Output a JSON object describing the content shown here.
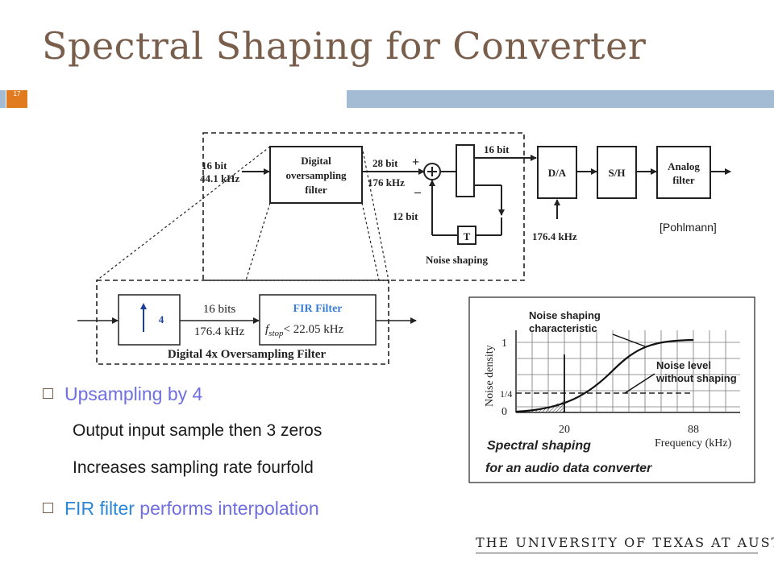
{
  "slide": {
    "title": "Spectral Shaping for Converter",
    "number": "17"
  },
  "system_diagram": {
    "input_bits": "16 bit",
    "input_rate": "44.1 kHz",
    "oversampling_block": [
      "Digital",
      "oversampling",
      "filter"
    ],
    "mid_bits": "28 bit",
    "mid_rate": "176 kHz",
    "plus_sign": "+",
    "minus_sign": "–",
    "feedback_bits": "12 bit",
    "output_bits": "16 bit",
    "delay_block": "T",
    "noise_shaping_label": "Noise shaping",
    "da_block": "D/A",
    "sh_block": "S/H",
    "analog_block": [
      "Analog",
      "filter"
    ],
    "da_clock": "176.4 kHz",
    "citation": "[Pohlmann]"
  },
  "oversampling_diagram": {
    "upsample_factor": "4",
    "bits": "16 bits",
    "rate": "176.4 kHz",
    "fir_title": "FIR Filter",
    "fstop_f": "f",
    "fstop_sub": "stop",
    "fstop_cond": "< 22.05 kHz",
    "caption": "Digital 4x Oversampling Filter"
  },
  "spectrum_plot": {
    "ylabel": "Noise density",
    "xlabel": "Frequency (kHz)",
    "y_ticks": [
      "1",
      "1/4",
      "0"
    ],
    "x_ticks": [
      "20",
      "88"
    ],
    "annotation_shaping": [
      "Noise shaping",
      "characteristic"
    ],
    "annotation_level": [
      "Noise level",
      "without shaping"
    ],
    "caption": [
      "Spectral shaping",
      "for an audio data converter"
    ]
  },
  "bullets": [
    {
      "text": "Upsampling by 4",
      "color": "#6f6fe0"
    },
    {
      "text_a": "FIR filter",
      "color_a": "#2a86d8",
      "text_b": " performs interpolation",
      "color_b": "#6f6fe0"
    }
  ],
  "sub_bullets": [
    "Output input sample then 3 zeros",
    "Increases sampling rate fourfold"
  ],
  "footer": "THE UNIVERSITY OF TEXAS AT AUSTIN"
}
